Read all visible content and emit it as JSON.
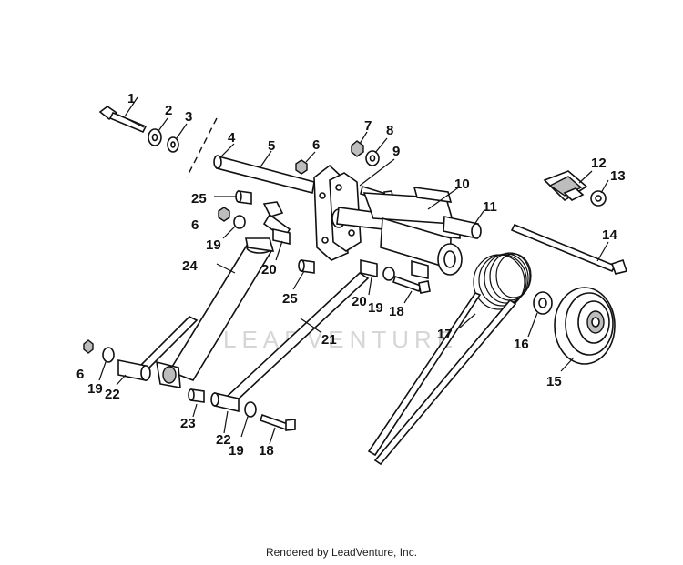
{
  "watermark": "LEADVENTURE",
  "footer": "Rendered by LeadVenture, Inc.",
  "callouts": [
    {
      "id": "c1",
      "text": "1"
    },
    {
      "id": "c2",
      "text": "2"
    },
    {
      "id": "c3",
      "text": "3"
    },
    {
      "id": "c4",
      "text": "4"
    },
    {
      "id": "c5",
      "text": "5"
    },
    {
      "id": "c6a",
      "text": "6"
    },
    {
      "id": "c7",
      "text": "7"
    },
    {
      "id": "c8",
      "text": "8"
    },
    {
      "id": "c9",
      "text": "9"
    },
    {
      "id": "c10",
      "text": "10"
    },
    {
      "id": "c11",
      "text": "11"
    },
    {
      "id": "c12",
      "text": "12"
    },
    {
      "id": "c13",
      "text": "13"
    },
    {
      "id": "c14",
      "text": "14"
    },
    {
      "id": "c25a",
      "text": "25"
    },
    {
      "id": "c6b",
      "text": "6"
    },
    {
      "id": "c19a",
      "text": "19"
    },
    {
      "id": "c24",
      "text": "24"
    },
    {
      "id": "c20a",
      "text": "20"
    },
    {
      "id": "c25b",
      "text": "25"
    },
    {
      "id": "c20b",
      "text": "20"
    },
    {
      "id": "c19b",
      "text": "19"
    },
    {
      "id": "c18a",
      "text": "18"
    },
    {
      "id": "c17",
      "text": "17"
    },
    {
      "id": "c16",
      "text": "16"
    },
    {
      "id": "c21",
      "text": "21"
    },
    {
      "id": "c15",
      "text": "15"
    },
    {
      "id": "c6c",
      "text": "6"
    },
    {
      "id": "c19c",
      "text": "19"
    },
    {
      "id": "c22a",
      "text": "22"
    },
    {
      "id": "c23",
      "text": "23"
    },
    {
      "id": "c22b",
      "text": "22"
    },
    {
      "id": "c19d",
      "text": "19"
    },
    {
      "id": "c18b",
      "text": "18"
    }
  ]
}
